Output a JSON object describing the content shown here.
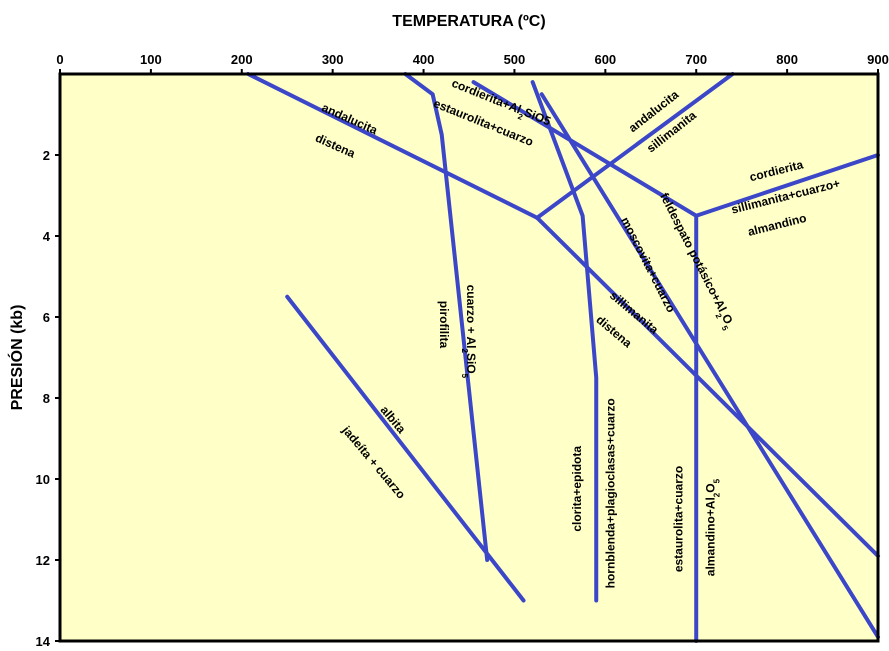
{
  "chart_data": {
    "type": "line",
    "title": "",
    "xlabel": "TEMPERATURA (ºC)",
    "ylabel": "PRESIÓN (kb)",
    "xlim": [
      0,
      900
    ],
    "ylim": [
      0,
      14
    ],
    "y_inverted": true,
    "x_axis_position": "top",
    "x_ticks": [
      "0",
      "100",
      "200",
      "300",
      "400",
      "500",
      "600",
      "700",
      "800",
      "900"
    ],
    "y_ticks": [
      "2",
      "4",
      "6",
      "8",
      "10",
      "12",
      "14"
    ],
    "grid": false,
    "legend": "none",
    "colors": {
      "background": "#ffffc8",
      "line": "#3c46c8",
      "frame": "#000000"
    },
    "series": [
      {
        "x": [
          207,
          525
        ],
        "y": [
          0,
          3.55
        ]
      },
      {
        "x": [
          525,
          900
        ],
        "y": [
          3.55,
          11.9
        ]
      },
      {
        "x": [
          525,
          740
        ],
        "y": [
          3.55,
          0
        ]
      },
      {
        "x": [
          455,
          700
        ],
        "y": [
          0.2,
          3.5
        ]
      },
      {
        "x": [
          700,
          900
        ],
        "y": [
          3.5,
          2.0
        ]
      },
      {
        "x": [
          700,
          700
        ],
        "y": [
          3.5,
          14
        ]
      },
      {
        "x": [
          530,
          900
        ],
        "y": [
          0.5,
          13.9
        ]
      },
      {
        "x": [
          380,
          410,
          420,
          470
        ],
        "y": [
          0,
          0.5,
          1.5,
          12.0
        ]
      },
      {
        "x": [
          250,
          510
        ],
        "y": [
          5.5,
          13.0
        ]
      },
      {
        "x": [
          520,
          575,
          590,
          590
        ],
        "y": [
          0.2,
          3.5,
          7.5,
          13.0
        ]
      }
    ],
    "annotations": [
      {
        "text": "TEMPERATURA (ºC)",
        "x": 450,
        "y": -1.4
      },
      {
        "text": "andalucita",
        "x": 287,
        "y": 0.9,
        "angle": 24
      },
      {
        "text": "distena",
        "x": 280,
        "y": 1.65,
        "angle": 24
      },
      {
        "text": "cordierita+Al",
        "sub": "2",
        "text2": "SiO5",
        "x": 430,
        "y": 0.3,
        "angle": 22
      },
      {
        "text": "estaurolita+cuarzo",
        "x": 410,
        "y": 0.8,
        "angle": 22
      },
      {
        "text": "andalucita",
        "x": 630,
        "y": 1.45,
        "angle": -38
      },
      {
        "text": "sillimanita",
        "x": 650,
        "y": 1.95,
        "angle": -38
      },
      {
        "text": "cordierita",
        "x": 760,
        "y": 2.65,
        "angle": -14
      },
      {
        "text": "sillimanita+cuarzo+",
        "x": 740,
        "y": 3.45,
        "angle": -14
      },
      {
        "text": "almandino",
        "x": 758,
        "y": 4.0,
        "angle": -14
      },
      {
        "text": "feldespato potásico+Al",
        "sub": "2",
        "text2": "O",
        "sub2": "5",
        "x": 660,
        "y": 3.0,
        "angle": 63
      },
      {
        "text": "moscovita+cuarzo",
        "x": 617,
        "y": 3.6,
        "angle": 63
      },
      {
        "text": "sillimanita",
        "x": 604,
        "y": 5.5,
        "angle": 40
      },
      {
        "text": "distena",
        "x": 589,
        "y": 6.1,
        "angle": 40
      },
      {
        "text": "cuarzo + Al",
        "sub": "2",
        "text2": "SiO",
        "sub2": "5",
        "x": 448,
        "y": 5.2,
        "angle": 90
      },
      {
        "text": "pirofilita",
        "x": 418,
        "y": 5.6,
        "angle": 90
      },
      {
        "text": "albita",
        "x": 352,
        "y": 8.3,
        "angle": 50
      },
      {
        "text": "jadeíta + cuarzo",
        "x": 310,
        "y": 8.8,
        "angle": 50
      },
      {
        "text": "clorita+epidota",
        "x": 573,
        "y": 11.3,
        "angle": -90
      },
      {
        "text": "hornblenda+plagioclasas+cuarzo",
        "x": 610,
        "y": 12.7,
        "angle": -90
      },
      {
        "text": "estaurolita+cuarzo",
        "x": 685,
        "y": 12.3,
        "angle": -90
      },
      {
        "text": "almandino+Al",
        "sub": "2",
        "text2": "O",
        "sub2": "5",
        "x": 720,
        "y": 12.4,
        "angle": -90
      }
    ]
  }
}
